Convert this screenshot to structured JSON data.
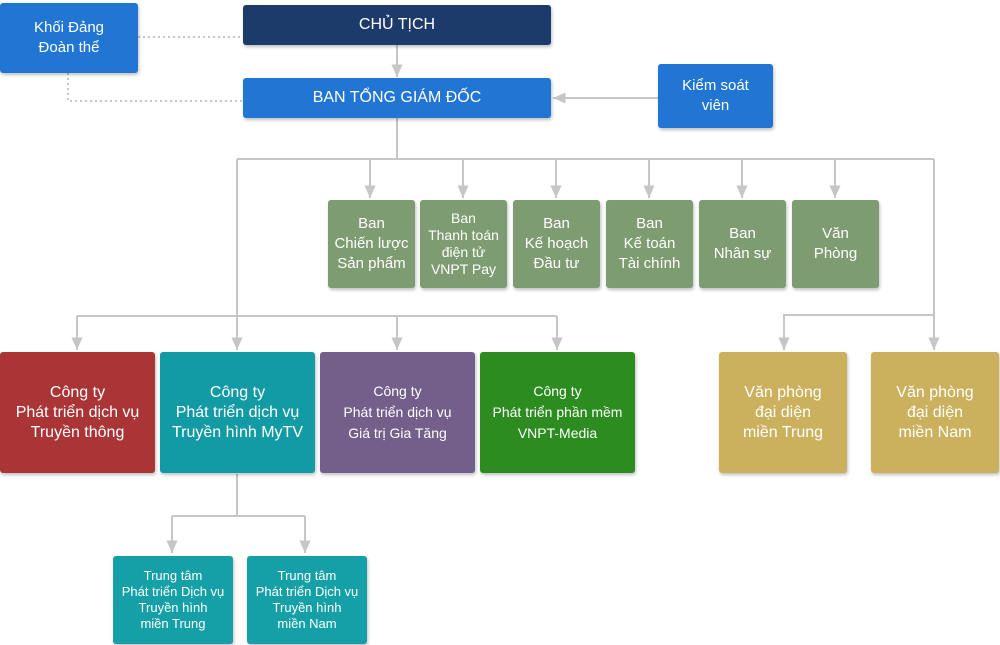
{
  "colors": {
    "chairman": "#1d3b6a",
    "blue": "#2175d3",
    "dept": "#7e9c72",
    "company_red": "#a93537",
    "company_teal": "#139ba5",
    "company_purple": "#745f8a",
    "company_green": "#2c8c1f",
    "office": "#cbb15d",
    "center": "#15a0a7",
    "line": "#c6c6c6"
  },
  "chairman": {
    "label": "CHỦ TỊCH"
  },
  "board": {
    "label": "BAN TỔNG GIÁM ĐỐC"
  },
  "party": {
    "lines": [
      "Khối Đảng",
      "Đoàn thể"
    ]
  },
  "controller": {
    "lines": [
      "Kiểm soát",
      "viên"
    ]
  },
  "departments": [
    {
      "lines": [
        "Ban",
        "Chiến lược",
        "Sản phẩm"
      ]
    },
    {
      "lines": [
        "Ban",
        "Thanh toán",
        "điện tử",
        "VNPT Pay"
      ]
    },
    {
      "lines": [
        "Ban",
        "Kế hoạch",
        "Đầu tư"
      ]
    },
    {
      "lines": [
        "Ban",
        "Kế toán",
        "Tài chính"
      ]
    },
    {
      "lines": [
        "Ban",
        "Nhân sự"
      ]
    },
    {
      "lines": [
        "Văn",
        "Phòng"
      ]
    }
  ],
  "companies": [
    {
      "lines": [
        "Công ty",
        "Phát triển dịch vụ",
        "Truyền thông"
      ]
    },
    {
      "lines": [
        "Công ty",
        "Phát triển dịch vụ",
        "Truyền hình MyTV"
      ]
    },
    {
      "lines": [
        "Công ty",
        "Phát triển dịch vụ",
        "Giá trị Gia Tăng"
      ]
    },
    {
      "lines": [
        "Công ty",
        "Phát triển phần mềm",
        "VNPT-Media"
      ]
    }
  ],
  "offices": [
    {
      "lines": [
        "Văn phòng",
        "đại diện",
        "miền Trung"
      ]
    },
    {
      "lines": [
        "Văn phòng",
        "đại diện",
        "miền Nam"
      ]
    }
  ],
  "centers": [
    {
      "lines": [
        "Trung tâm",
        "Phát triển Dịch vụ",
        "Truyền hình",
        "miền Trung"
      ]
    },
    {
      "lines": [
        "Trung tâm",
        "Phát triển Dịch vụ",
        "Truyền hình",
        "miền Nam"
      ]
    }
  ]
}
